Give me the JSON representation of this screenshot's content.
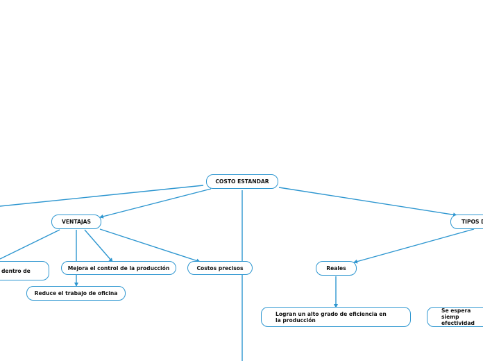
{
  "map": {
    "line_color": "#2d96d0",
    "root": "COSTO ESTANDAR",
    "ventajas": "VENTAJAS",
    "tipos": "TIPOS D",
    "dentro": "dentro de",
    "mejora": "Mejora el control de la producción",
    "reduce": "Reduce el trabajo de oficina",
    "costos": "Costos precisos",
    "reales": "Reales",
    "logran": "Logran un alto grado de eficiencia en la producción",
    "espera": "Se espera siemp efectividad"
  }
}
